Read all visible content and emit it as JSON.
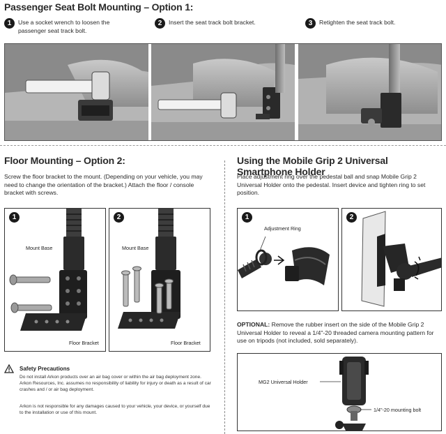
{
  "section1": {
    "title": "Passenger Seat Bolt Mounting – Option 1:",
    "steps": [
      {
        "num": "1",
        "text": "Use a socket wrench to loosen the passenger seat track bolt."
      },
      {
        "num": "2",
        "text": "Insert the seat track bolt bracket."
      },
      {
        "num": "3",
        "text": "Retighten the seat track bolt."
      }
    ]
  },
  "section2": {
    "title": "Floor Mounting – Option 2:",
    "text": "Screw the floor bracket to the mount. (Depending on your vehicle, you may need to change the orientation of the bracket.) Attach the floor / console bracket with screws.",
    "panel1": {
      "num": "1",
      "mount_base": "Mount Base",
      "floor_bracket": "Floor Bracket"
    },
    "panel2": {
      "num": "2",
      "mount_base": "Mount Base",
      "floor_bracket": "Floor Bracket"
    }
  },
  "section3": {
    "title": "Using the Mobile Grip 2 Universal Smartphone Holder",
    "text": "Place adjustment ring over the pedestal ball and snap Mobile Grip 2 Universal Holder onto the pedestal. Insert device and tighten ring to set position.",
    "panel1": {
      "num": "1",
      "adjustment_ring": "Adjustment Ring"
    },
    "panel2": {
      "num": "2"
    },
    "optional_label": "OPTIONAL:",
    "optional_text": " Remove the rubber insert on the side of the Mobile Grip 2 Universal Holder to reveal a 1/4\"-20 threaded camera mounting pattern for use on tripods (not included, sold separately).",
    "holder_label": "MG2 Universal Holder",
    "bolt_label": "1/4\"-20 mounting bolt"
  },
  "safety": {
    "title": "Safety Precautions",
    "p1": "Do not install Arkon products over an air bag cover or within the air bag deployment zone. Arkon Resources, Inc. assumes no responsibility of liability for injury or death as a result of car crashes and / or air bag deployment.",
    "p2": "Arkon is not responsible for any damages caused to your vehicle, your device, or yourself due to the installation or use of this mount."
  }
}
